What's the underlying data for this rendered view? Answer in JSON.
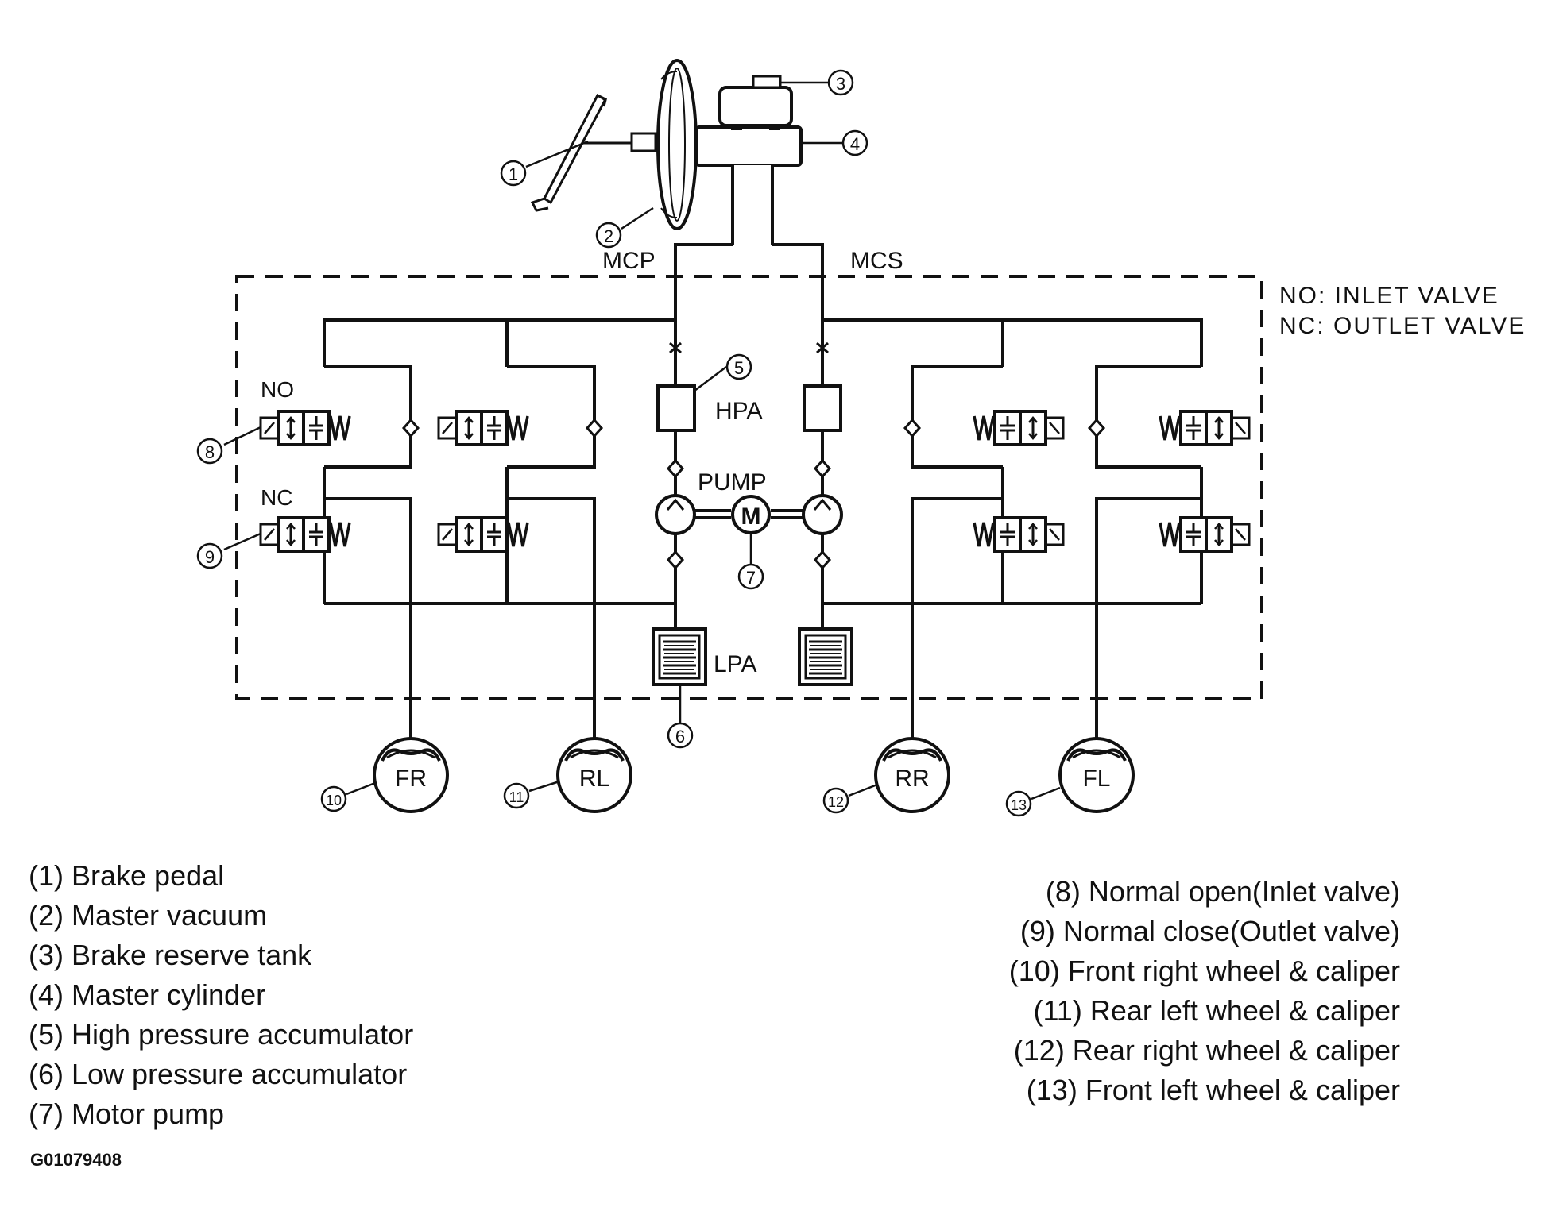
{
  "diagram_labels": {
    "mcp": "MCP",
    "mcs": "MCS",
    "no_note": "NO: INLET VALVE",
    "nc_note": "NC: OUTLET VALVE",
    "no": "NO",
    "nc": "NC",
    "hpa": "HPA",
    "pump": "PUMP",
    "lpa": "LPA",
    "motor": "M",
    "wheels": {
      "fr": "FR",
      "rl": "RL",
      "rr": "RR",
      "fl": "FL"
    }
  },
  "callouts": {
    "c1": "1",
    "c2": "2",
    "c3": "3",
    "c4": "4",
    "c5": "5",
    "c6": "6",
    "c7": "7",
    "c8": "8",
    "c9": "9",
    "c10": "10",
    "c11": "11",
    "c12": "12",
    "c13": "13"
  },
  "legend_left": [
    "(1) Brake pedal",
    "(2) Master vacuum",
    "(3) Brake reserve tank",
    "(4) Master cylinder",
    "(5) High pressure accumulator",
    "(6) Low pressure accumulator",
    "(7) Motor pump"
  ],
  "legend_right": [
    "(8) Normal open(Inlet valve)",
    "(9) Normal close(Outlet valve)",
    "(10) Front right wheel & caliper",
    "(11) Rear left wheel & caliper",
    "(12) Rear right wheel & caliper",
    "(13) Front left wheel & caliper"
  ],
  "figure_id": "G01079408"
}
